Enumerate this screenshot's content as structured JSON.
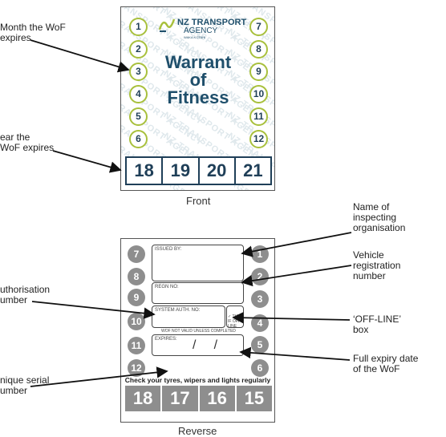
{
  "front": {
    "caption": "Front",
    "logo": {
      "line1": "NZ TRANSPORT",
      "line2": "AGENCY",
      "line3": "WAKA KOTAHI"
    },
    "title": {
      "line1": "Warrant",
      "line2": "of",
      "line3": "Fitness"
    },
    "months_left": [
      "1",
      "2",
      "3",
      "4",
      "5",
      "6"
    ],
    "months_right": [
      "7",
      "8",
      "9",
      "10",
      "11",
      "12"
    ],
    "years": [
      "18",
      "19",
      "20",
      "21"
    ],
    "watermark": "NZ TRANSPORT AGENCY"
  },
  "reverse": {
    "caption": "Reverse",
    "months_left": [
      "7",
      "8",
      "9",
      "10",
      "11",
      "12"
    ],
    "months_right": [
      "1",
      "2",
      "3",
      "4",
      "5",
      "6"
    ],
    "fields": {
      "issued_by": "ISSUED BY:",
      "regn_no": "REGN NO:",
      "system_auth": "SYSTEM AUTH. NO:",
      "offline": "✓ THIS IF OFF-LINE",
      "not_valid": "WOF NOT VALID UNLESS COMPLETED",
      "expires": "EXPIRES:",
      "date_slashes": "/     /"
    },
    "check_text": "Check your tyres, wipers and lights regularly",
    "years": [
      "18",
      "17",
      "16",
      "15"
    ]
  },
  "callouts": {
    "month_expires": "Month the WoF\nexpires",
    "year_expires": "ear the\nWoF expires",
    "inspecting_org": "Name of\ninspecting\norganisation",
    "vehicle_reg": "Vehicle\nregistration\nnumber",
    "authorisation": "uthorisation\number",
    "offline_box": "‘OFF-LINE’\nbox",
    "full_expiry": "Full expiry date\nof the WoF",
    "unique_serial": "nique serial\number"
  },
  "colors": {
    "navy": "#1f3f58",
    "teal": "#1f4f6b",
    "green_ring": "#a8c03c",
    "grey": "#8e8e8e"
  }
}
